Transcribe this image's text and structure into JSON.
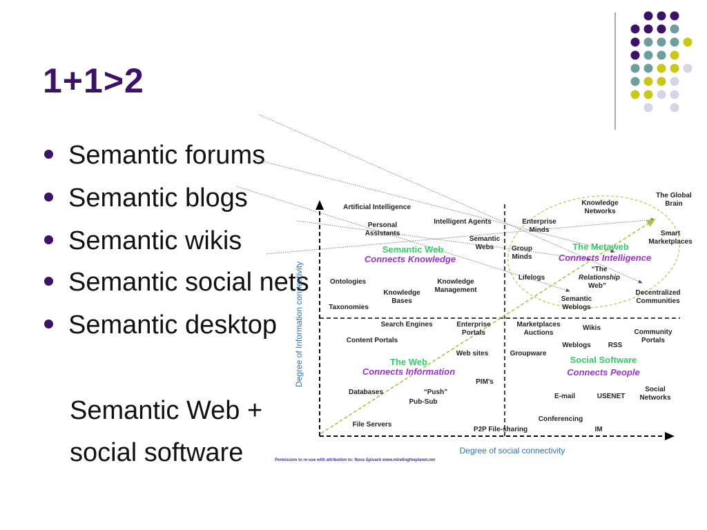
{
  "title": "1+1>2",
  "bullets": [
    "Semantic forums",
    "Semantic blogs",
    "Semantic wikis",
    "Semantic social nets",
    "Semantic desktop"
  ],
  "summary_lines": [
    "Semantic Web +",
    "social software"
  ],
  "colors": {
    "purple": "#3b1266",
    "teal": "#6e9e9e",
    "olive": "#c9c81a",
    "lavender": "#d5d5e8",
    "green": "#33cc66",
    "magenta": "#9933cc",
    "axis_blue": "#2e6fb5"
  },
  "diagram": {
    "x_axis_label": "Degree of social connectivity",
    "y_axis_label": "Degree of Information connectivity",
    "credit": "Permission to re-use with attribution to: Nova Spivack www.mindingtheplanet.net",
    "groups": [
      {
        "title": "Semantic Web",
        "subtitle": "Connects Knowledge"
      },
      {
        "title": "The Metaweb",
        "subtitle": "Connects Intelligence"
      },
      {
        "title": "The Web",
        "subtitle": "Connects Information"
      },
      {
        "title": "Social Software",
        "subtitle": "Connects People"
      }
    ],
    "items": [
      "Artificial Intelligence",
      "Personal",
      "Assistants",
      "Intelligent Agents",
      "Semantic",
      "Webs",
      "Ontologies",
      "Knowledge",
      "Bases",
      "Knowledge",
      "Management",
      "Taxonomies",
      "Enterprise",
      "Minds",
      "Group",
      "Minds",
      "Lifelogs",
      "Knowledge",
      "Networks",
      "The Global",
      "Brain",
      "Smart",
      "Marketplaces",
      "“The",
      "Relationship",
      "Web”",
      "Semantic",
      "Weblogs",
      "Decentralized",
      "Communities",
      "Search Engines",
      "Enterprise",
      "Portals",
      "Content Portals",
      "Web sites",
      "PIM’s",
      "Databases",
      "“Push”",
      "Pub-Sub",
      "File Servers",
      "P2P File-sharing",
      "Marketplaces",
      "Auctions",
      "Wikis",
      "Community",
      "Portals",
      "Weblogs",
      "RSS",
      "Groupware",
      "Social",
      "Networks",
      "E-mail",
      "USENET",
      "Conferencing",
      "IM"
    ]
  }
}
